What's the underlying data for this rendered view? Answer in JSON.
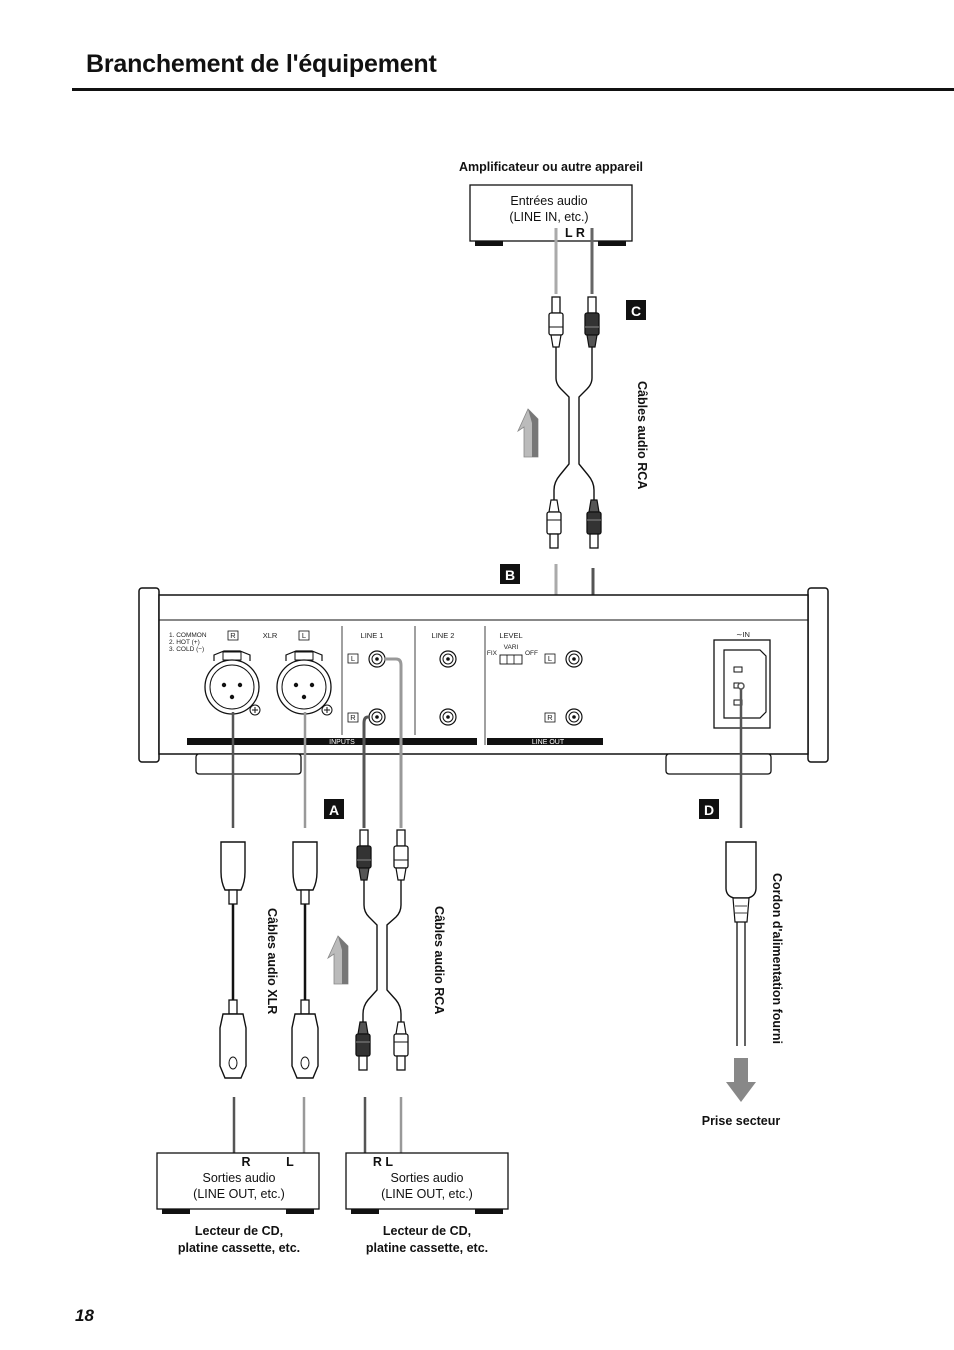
{
  "page": {
    "title": "Branchement de l'équipement",
    "number": "18"
  },
  "amplifier": {
    "caption": "Amplificateur ou autre appareil",
    "box_line1": "Entrées audio",
    "box_line2": "(LINE IN, etc.)",
    "lr": "L R"
  },
  "markers": {
    "a": "A",
    "b": "B",
    "c": "C",
    "d": "D"
  },
  "cables": {
    "rca_top": "Câbles audio RCA",
    "rca_bottom": "Câbles audio RCA",
    "xlr": "Câbles audio XLR",
    "power": "Cordon d'alimentation fourni"
  },
  "outlet": "Prise secteur",
  "rear_panel": {
    "xlr_pins": [
      "1. COMMON",
      "2. HOT (+)",
      "3. COLD (−)"
    ],
    "xlr_label": "XLR",
    "r": "R",
    "l": "L",
    "line1": "LINE 1",
    "line2": "LINE 2",
    "level": "LEVEL",
    "level_fix": "FIX",
    "level_vari": "VARI",
    "level_off": "OFF",
    "inputs": "INPUTS",
    "line_out": "LINE OUT",
    "ac_in": "∼IN"
  },
  "sources": [
    {
      "channels_r": "R",
      "channels_l": "L",
      "box_line1": "Sorties audio",
      "box_line2": "(LINE OUT, etc.)",
      "caption_line1": "Lecteur de CD,",
      "caption_line2": "platine cassette, etc."
    },
    {
      "channels": "R L",
      "box_line1": "Sorties audio",
      "box_line2": "(LINE OUT, etc.)",
      "caption_line1": "Lecteur de CD,",
      "caption_line2": "platine cassette, etc."
    }
  ]
}
